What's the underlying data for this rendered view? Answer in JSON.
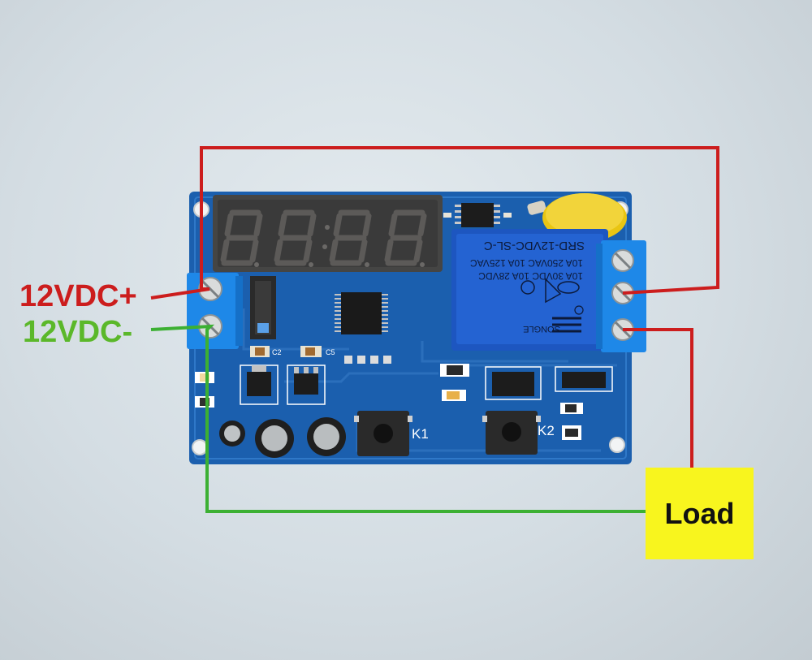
{
  "labels": {
    "power_positive": "12VDC+",
    "power_negative": "12VDC-",
    "load": "Load"
  },
  "board": {
    "silkscreen": {
      "k1": "K1",
      "k2": "K2",
      "c2": "C2",
      "c5": "C5"
    },
    "relay": {
      "model": "SRD-12VDC-SL-C",
      "spec_line_1": "10A 250VAC 10A 125VAC",
      "spec_line_2": "10A 30VDC 10A 28VDC",
      "brand": "SONGLE"
    }
  },
  "colors": {
    "wire_positive": "#cc1d1d",
    "wire_negative": "#3cb033",
    "pcb": "#1b5fae",
    "terminal": "#1e88e8",
    "relay": "#1d56c0",
    "load_box": "#f8f51e"
  }
}
